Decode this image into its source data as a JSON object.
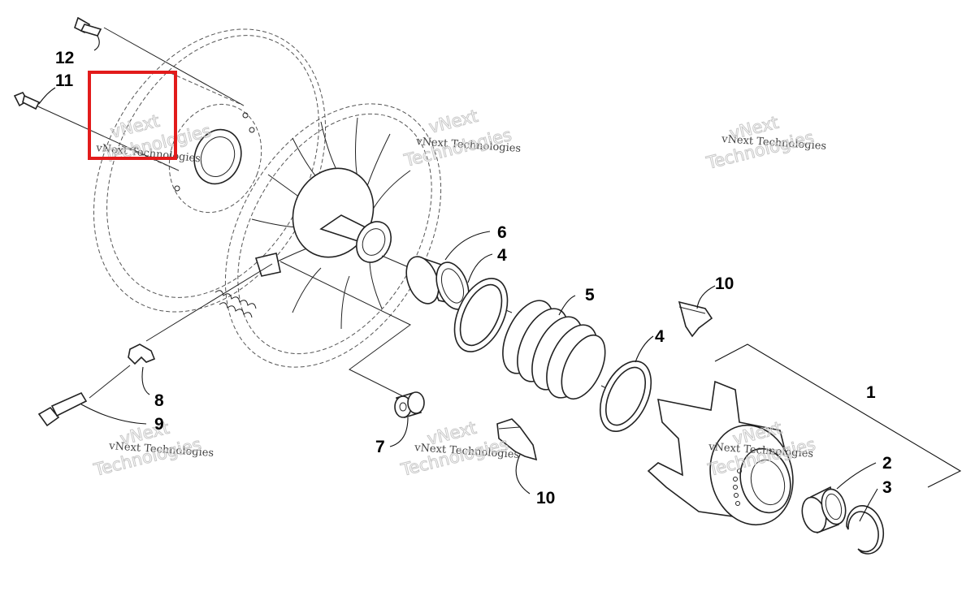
{
  "callouts": {
    "c12": "12",
    "c11": "11",
    "c6": "6",
    "c4a": "4",
    "c5": "5",
    "c10a": "10",
    "c4b": "4",
    "c1": "1",
    "c2": "2",
    "c3": "3",
    "c8": "8",
    "c9": "9",
    "c7": "7",
    "c10b": "10"
  },
  "watermark": {
    "small": "vNext Technologies",
    "large": "Technologies",
    "brand": "vNext"
  },
  "highlight_color": "#e21b1b"
}
